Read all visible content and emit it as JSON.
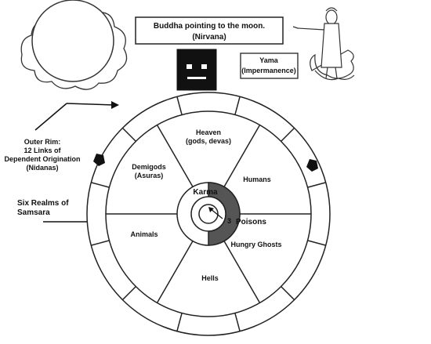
{
  "title_box": {
    "line1": "Buddha pointing to the moon.",
    "line2": "(Nirvana)"
  },
  "yama_box": {
    "line1": "Yama",
    "line2": "(Impermanence)"
  },
  "outer_rim_label": {
    "line1": "Outer Rim:",
    "line2": "12 Links of",
    "line3": "Dependent Origination",
    "line4": "(Nidanas)"
  },
  "six_realms_label": {
    "line1": "Six Realms of",
    "line2": "Samsara"
  },
  "realms": {
    "heaven": {
      "line1": "Heaven",
      "line2": "(gods, devas)"
    },
    "humans": {
      "line1": "Humans"
    },
    "hungry_ghosts": {
      "line1": "Hungry Ghosts"
    },
    "hells": {
      "line1": "Hells"
    },
    "animals": {
      "line1": "Animals"
    },
    "demigods": {
      "line1": "Demigods",
      "line2": "(Asuras)"
    }
  },
  "hub": {
    "karma_label": "Karma",
    "poisons_number": "3",
    "poisons_label": "Poisons"
  },
  "colors": {
    "karma_fill": "#555555",
    "line": "#222222"
  }
}
